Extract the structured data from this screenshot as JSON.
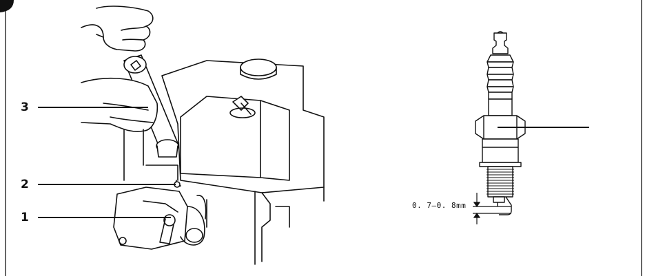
{
  "figure": {
    "callouts": [
      {
        "number": "1"
      },
      {
        "number": "2"
      },
      {
        "number": "3"
      }
    ],
    "spark_plug": {
      "gap_label": "0. 7–0. 8mm"
    },
    "line_color": "#111111",
    "step_badge_color": "#111111"
  }
}
